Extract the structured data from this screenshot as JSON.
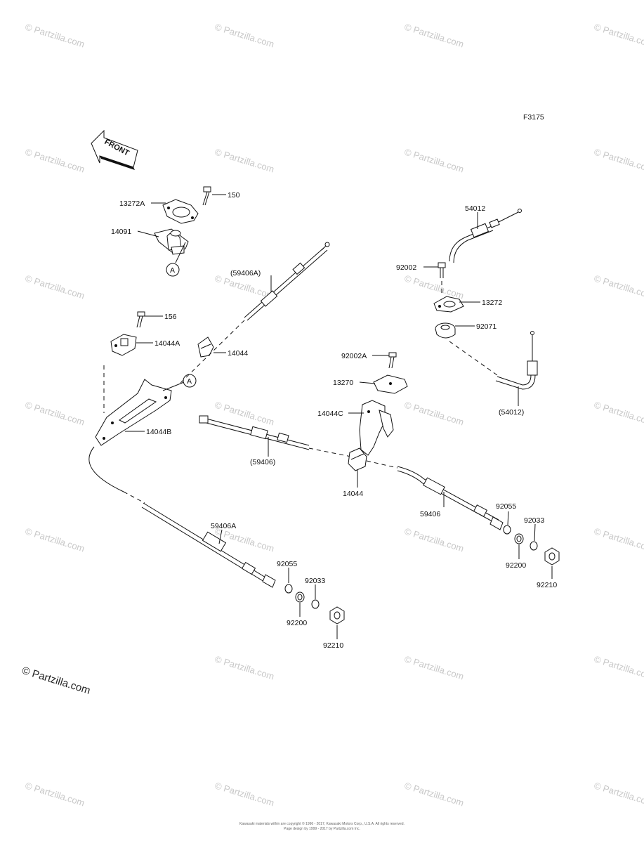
{
  "figure_code": "F3175",
  "front_label": "FRONT",
  "callout_ref": "A",
  "copyright": "© Partzilla.com",
  "watermark_text": "© Partzilla.com",
  "footer_lines": [
    "Kawasaki materials within are copyright © 1996 - 2017, Kawasaki Motors Corp., U.S.A. All rights reserved.",
    "Page design by 1999 - 2017 by Partzilla.com Inc."
  ],
  "parts": {
    "p13272A": "13272A",
    "p150": "150",
    "p14091": "14091",
    "p59406A_paren": "(59406A)",
    "p156": "156",
    "p14044A": "14044A",
    "p14044_top": "14044",
    "p14044B": "14044B",
    "p59406_paren": "(59406)",
    "p14044_mid": "14044",
    "p59406": "59406",
    "p59406A": "59406A",
    "p92055_left": "92055",
    "p92033_left": "92033",
    "p92200_left": "92200",
    "p92210_left": "92210",
    "p92055_right": "92055",
    "p92033_right": "92033",
    "p92200_right": "92200",
    "p92210_right": "92210",
    "p54012": "54012",
    "p92002": "92002",
    "p13272": "13272",
    "p92071": "92071",
    "p54012_paren": "(54012)",
    "p92002A": "92002A",
    "p13270": "13270",
    "p14044C": "14044C"
  },
  "colors": {
    "ink": "#111111",
    "watermark": "#c8c8c8",
    "background": "#ffffff"
  }
}
